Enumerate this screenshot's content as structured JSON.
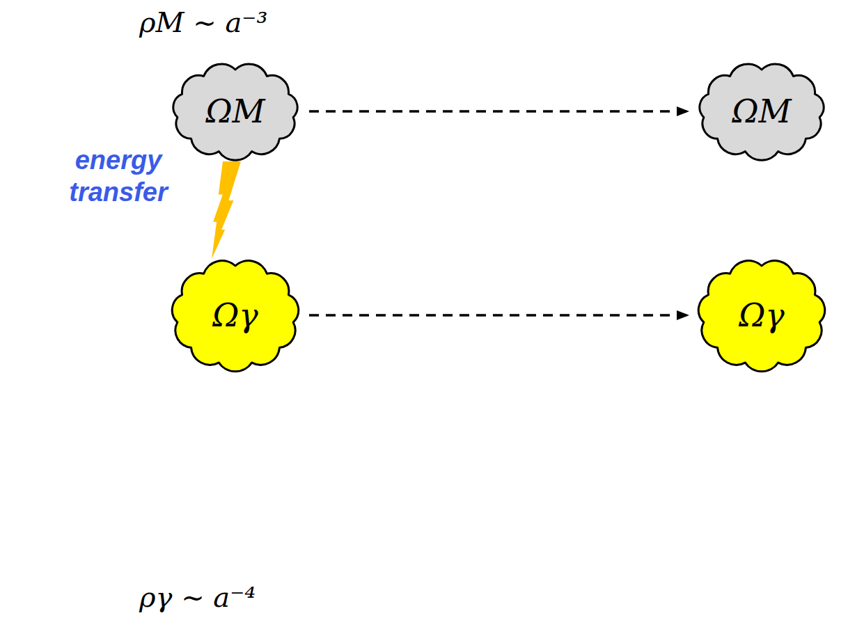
{
  "diagram": {
    "nodes": [
      {
        "text": [
          "ΩM"
        ]
      },
      {
        "text": [
          "ΩM"
        ]
      },
      {
        "text": [
          "Ωγ"
        ]
      },
      {
        "text": [
          "Ωγ"
        ]
      }
    ],
    "edges": [
      {
        "from": 0,
        "to": 1,
        "arrow": "to"
      },
      {
        "from": 0,
        "to": 2,
        "label": "energy transfer",
        "arrow": "to"
      },
      {
        "from": 2,
        "to": 3,
        "arrow": "to"
      }
    ],
    "labels": [
      "ρM ~ a⁻³",
      "ργ ~ a⁻⁴"
    ]
  }
}
